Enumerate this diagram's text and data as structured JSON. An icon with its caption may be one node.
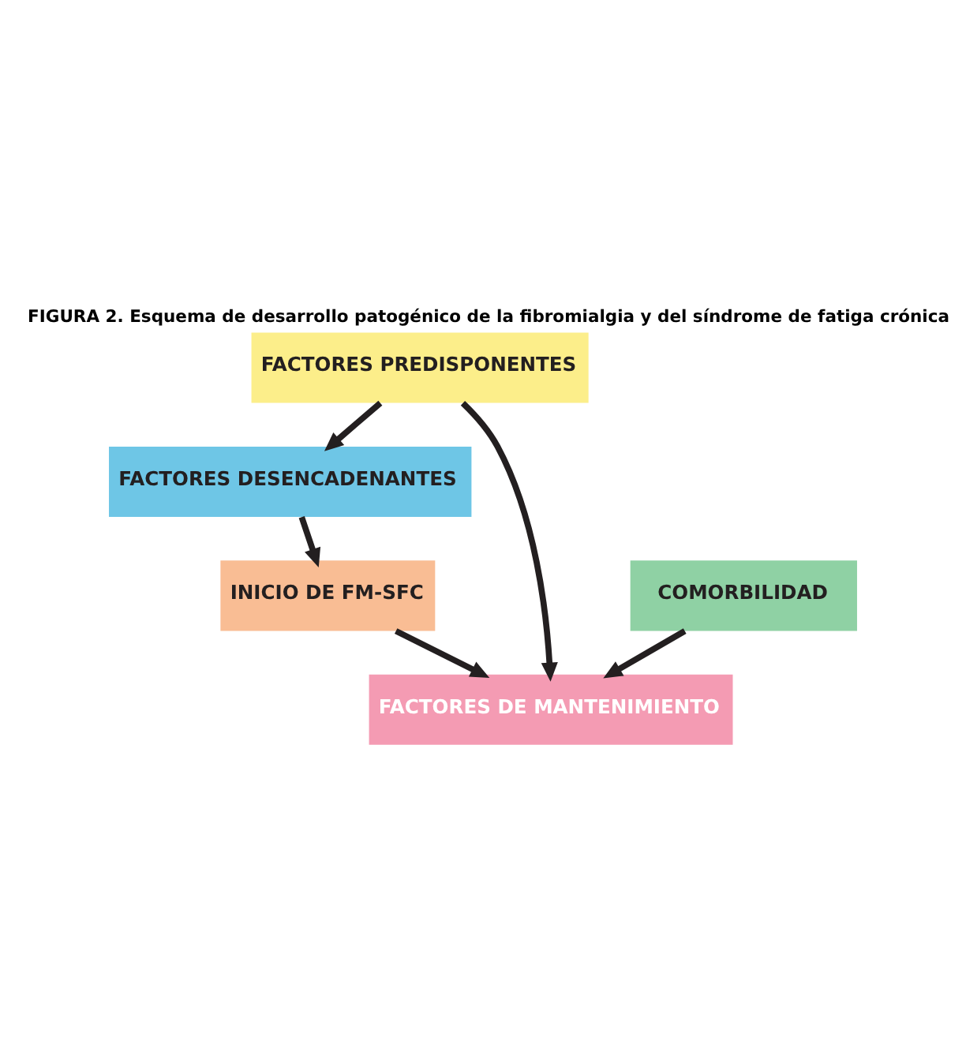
{
  "diagram": {
    "title": "FIGURA 2. Esquema de desarrollo patogénico de la fibromialgia y del síndrome de fatiga crónica",
    "nodes": [
      {
        "text": [
          "FACTORES PREDISPONENTES"
        ]
      },
      {
        "text": [
          "FACTORES DESENCADENANTES"
        ]
      },
      {
        "text": [
          "INICIO DE FM-SFC"
        ]
      },
      {
        "text": [
          "COMORBILIDAD"
        ]
      },
      {
        "text": [
          "FACTORES DE MANTENIMIENTO"
        ]
      }
    ],
    "edges": [
      {
        "from": 0,
        "to": 1,
        "arrow": "to"
      },
      {
        "from": 1,
        "to": 2,
        "arrow": "to"
      },
      {
        "from": 2,
        "to": 4,
        "arrow": "to"
      },
      {
        "from": 3,
        "to": 4,
        "arrow": "to"
      },
      {
        "from": 0,
        "to": 4,
        "arrow": "to"
      }
    ]
  }
}
